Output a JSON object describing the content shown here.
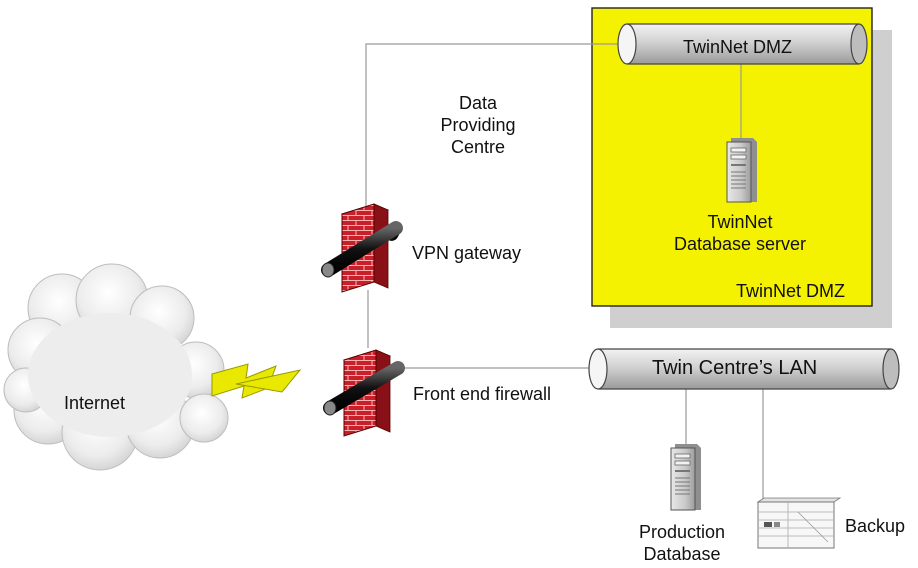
{
  "dmz_zone": {
    "bus_label": "TwinNet DMZ",
    "server_label_line1": "TwinNet",
    "server_label_line2": "Database server",
    "zone_label": "TwinNet DMZ",
    "fill_color": "#f4f200"
  },
  "data_providing_centre": {
    "line1": "Data",
    "line2": "Providing",
    "line3": "Centre"
  },
  "vpn_gateway": {
    "label": "VPN gateway"
  },
  "front_end_firewall": {
    "label": "Front end firewall"
  },
  "internet": {
    "label": "Internet"
  },
  "lan": {
    "bus_label": "Twin Centre’s LAN"
  },
  "production_db": {
    "line1": "Production",
    "line2": "Database"
  },
  "backup": {
    "label": "Backup"
  },
  "icons": {
    "firewall": "brick-wall-firewall-icon",
    "server": "tower-server-icon",
    "cloud": "cloud-icon",
    "link": "lightning-bolt-icon",
    "backup": "tape-library-icon"
  },
  "colors": {
    "firewall_brick": "#c8202a",
    "pipe_fill": "#d9d9d9",
    "shadow": "#cfcfcf",
    "lightning": "#e8e800"
  }
}
